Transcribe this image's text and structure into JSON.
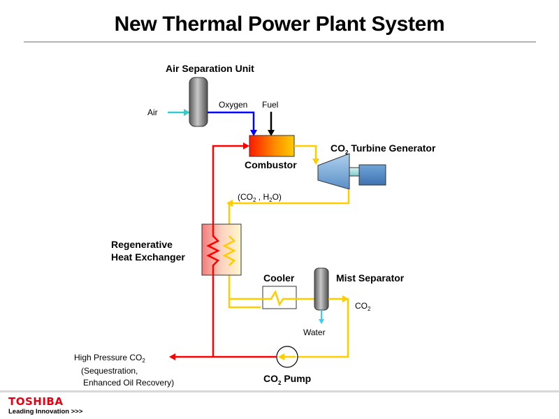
{
  "title": "New Thermal Power Plant System",
  "components": {
    "air_separation_unit": "Air Separation Unit",
    "combustor": "Combustor",
    "turbine_generator": {
      "prefix": "CO",
      "sub": "2",
      "suffix": " Turbine Generator"
    },
    "heat_exchanger": {
      "line1": "Regenerative",
      "line2": "Heat Exchanger"
    },
    "cooler": "Cooler",
    "mist_separator": "Mist Separator",
    "pump": {
      "prefix": "CO",
      "sub": "2",
      "suffix": " Pump"
    }
  },
  "flows": {
    "air": "Air",
    "oxygen": "Oxygen",
    "fuel": "Fuel",
    "exhaust": {
      "open": "(CO",
      "sub1": "2",
      "mid": " , H",
      "sub2": "2",
      "close": "O)"
    },
    "co2": {
      "prefix": "CO",
      "sub": "2"
    },
    "water": "Water",
    "high_pressure": {
      "prefix": "High Pressure CO",
      "sub": "2"
    },
    "use_line1": "(Sequestration,",
    "use_line2": "Enhanced Oil Recovery)"
  },
  "colors": {
    "air": "#33cccc",
    "oxygen": "#0000ff",
    "fuel": "#000000",
    "hot_co2": "#ff0000",
    "exhaust": "#ffcc00",
    "water": "#33ccff"
  },
  "footer": {
    "brand": "TOSHIBA",
    "tagline": "Leading Innovation >>>"
  }
}
